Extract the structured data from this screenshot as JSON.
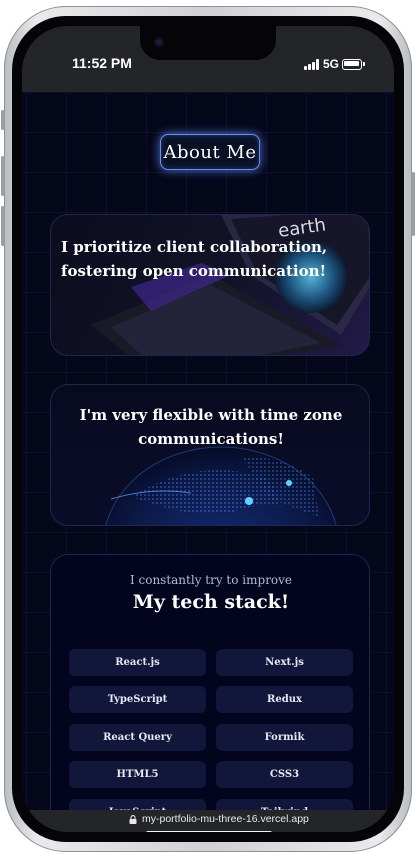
{
  "status_bar": {
    "time": "11:52 PM",
    "network": "5G"
  },
  "page": {
    "title": "About Me"
  },
  "cards": [
    {
      "text": "I prioritize client collaboration, fostering open communication!",
      "image_label": "earth"
    },
    {
      "text": "I'm very flexible with time zone communications!"
    }
  ],
  "tech_stack": {
    "subtitle": "I constantly try to improve",
    "title": "My tech stack!",
    "items": [
      "React.js",
      "Next.js",
      "TypeScript",
      "Redux",
      "React Query",
      "Formik",
      "HTML5",
      "CSS3",
      "JavaScript",
      "Tailwind"
    ]
  },
  "browser": {
    "url": "my-portfolio-mu-three-16.vercel.app"
  },
  "icons": {
    "signal": "signal-bars-icon",
    "battery": "battery-icon",
    "lock": "lock-icon"
  },
  "colors": {
    "background": "#05071a",
    "glow": "#6d8de8",
    "chip": "#12163a",
    "card_border": "#1f2650"
  }
}
